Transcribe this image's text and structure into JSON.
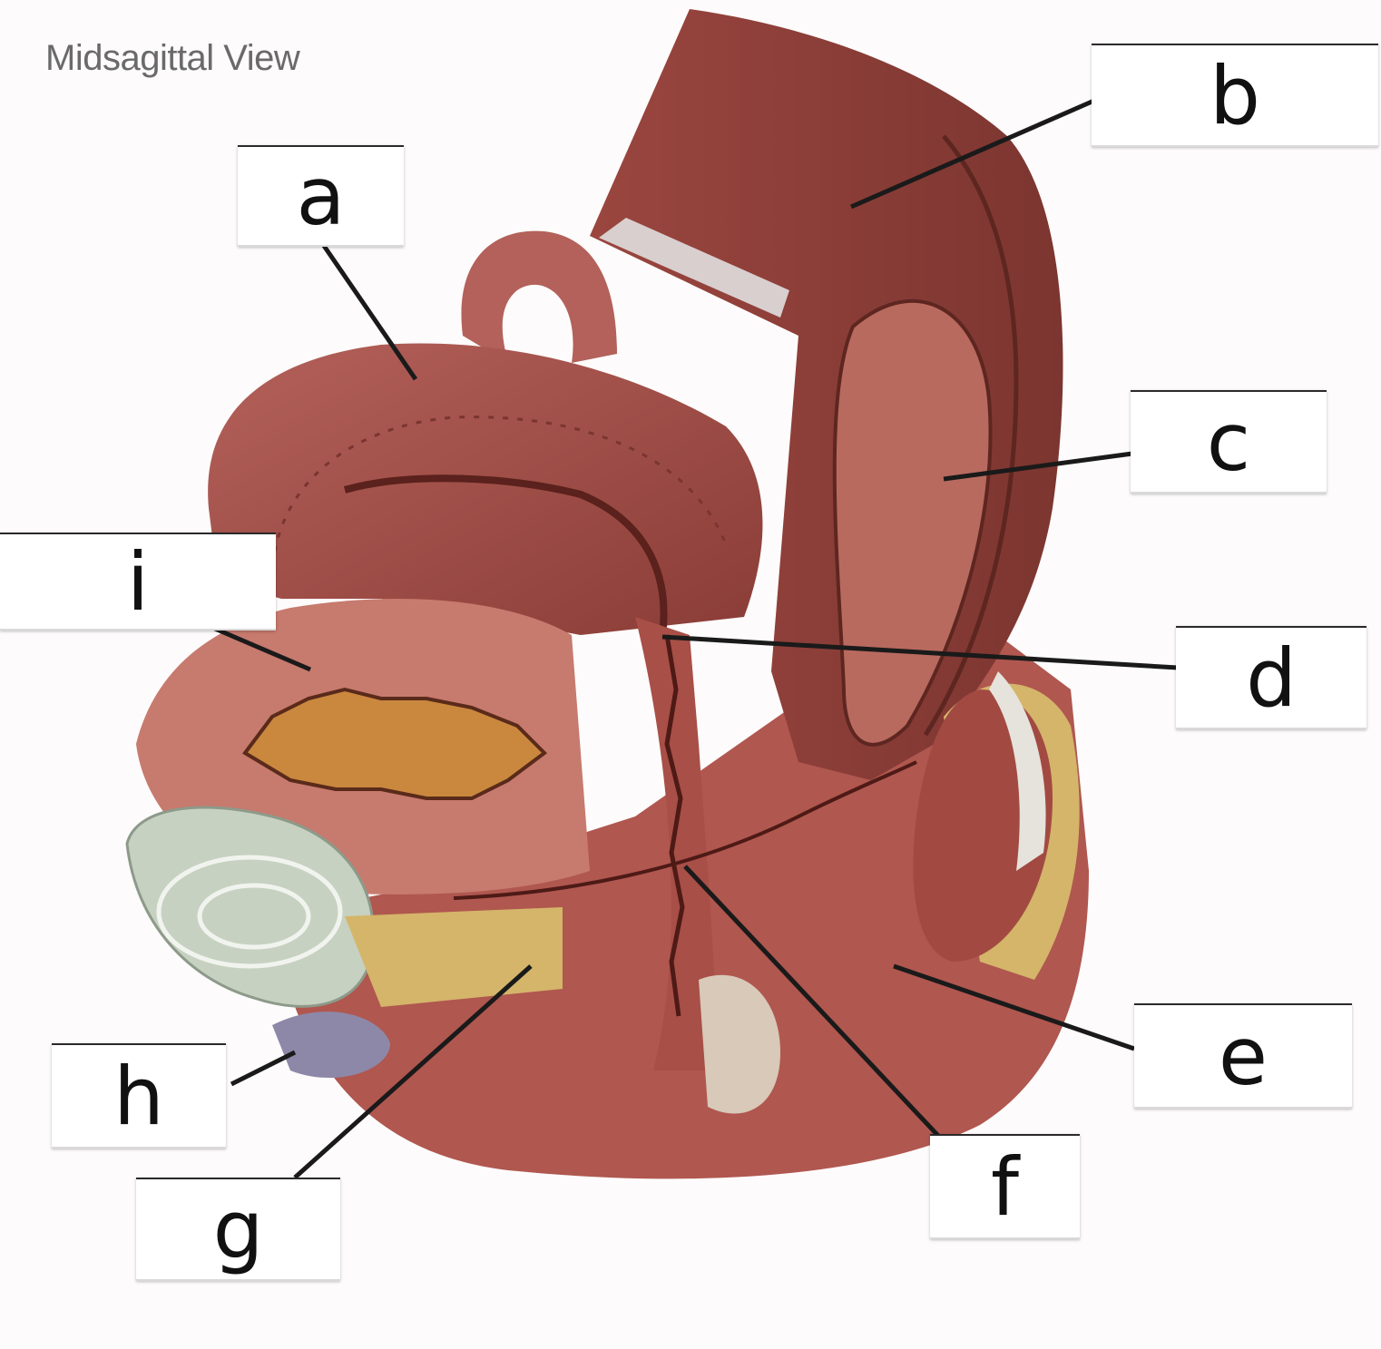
{
  "title": "Midsagittal View",
  "labels": {
    "a": "a",
    "b": "b",
    "c": "c",
    "d": "d",
    "e": "e",
    "f": "f",
    "g": "g",
    "h": "h",
    "i": "i"
  },
  "colors": {
    "tissue": "#a04e45",
    "tissue_light": "#c06c62",
    "tissue_dark": "#6a2a26",
    "fat": "#d4b56a",
    "bone": "#c9d2c3",
    "leader": "#1a1a1a"
  }
}
